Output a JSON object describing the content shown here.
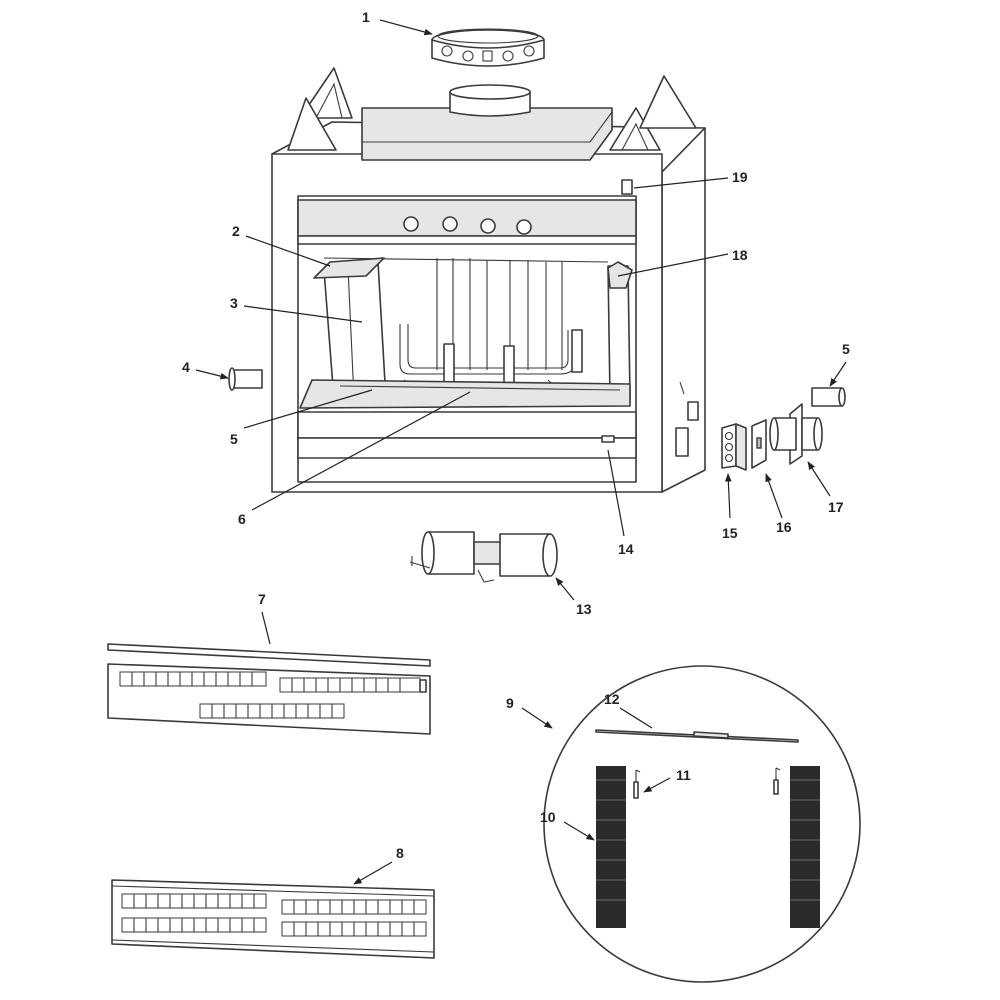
{
  "diagram": {
    "callouts": {
      "c1": "1",
      "c2": "2",
      "c3": "3",
      "c4": "4",
      "c5a": "5",
      "c5b": "5",
      "c6": "6",
      "c7": "7",
      "c8": "8",
      "c9": "9",
      "c10": "10",
      "c11": "11",
      "c12": "12",
      "c13": "13",
      "c14": "14",
      "c15": "15",
      "c16": "16",
      "c17": "17",
      "c18": "18",
      "c19": "19"
    },
    "colors": {
      "line": "#3a3a3a",
      "shade": "#e6e6e6",
      "mesh": "#2b2b2b"
    }
  }
}
